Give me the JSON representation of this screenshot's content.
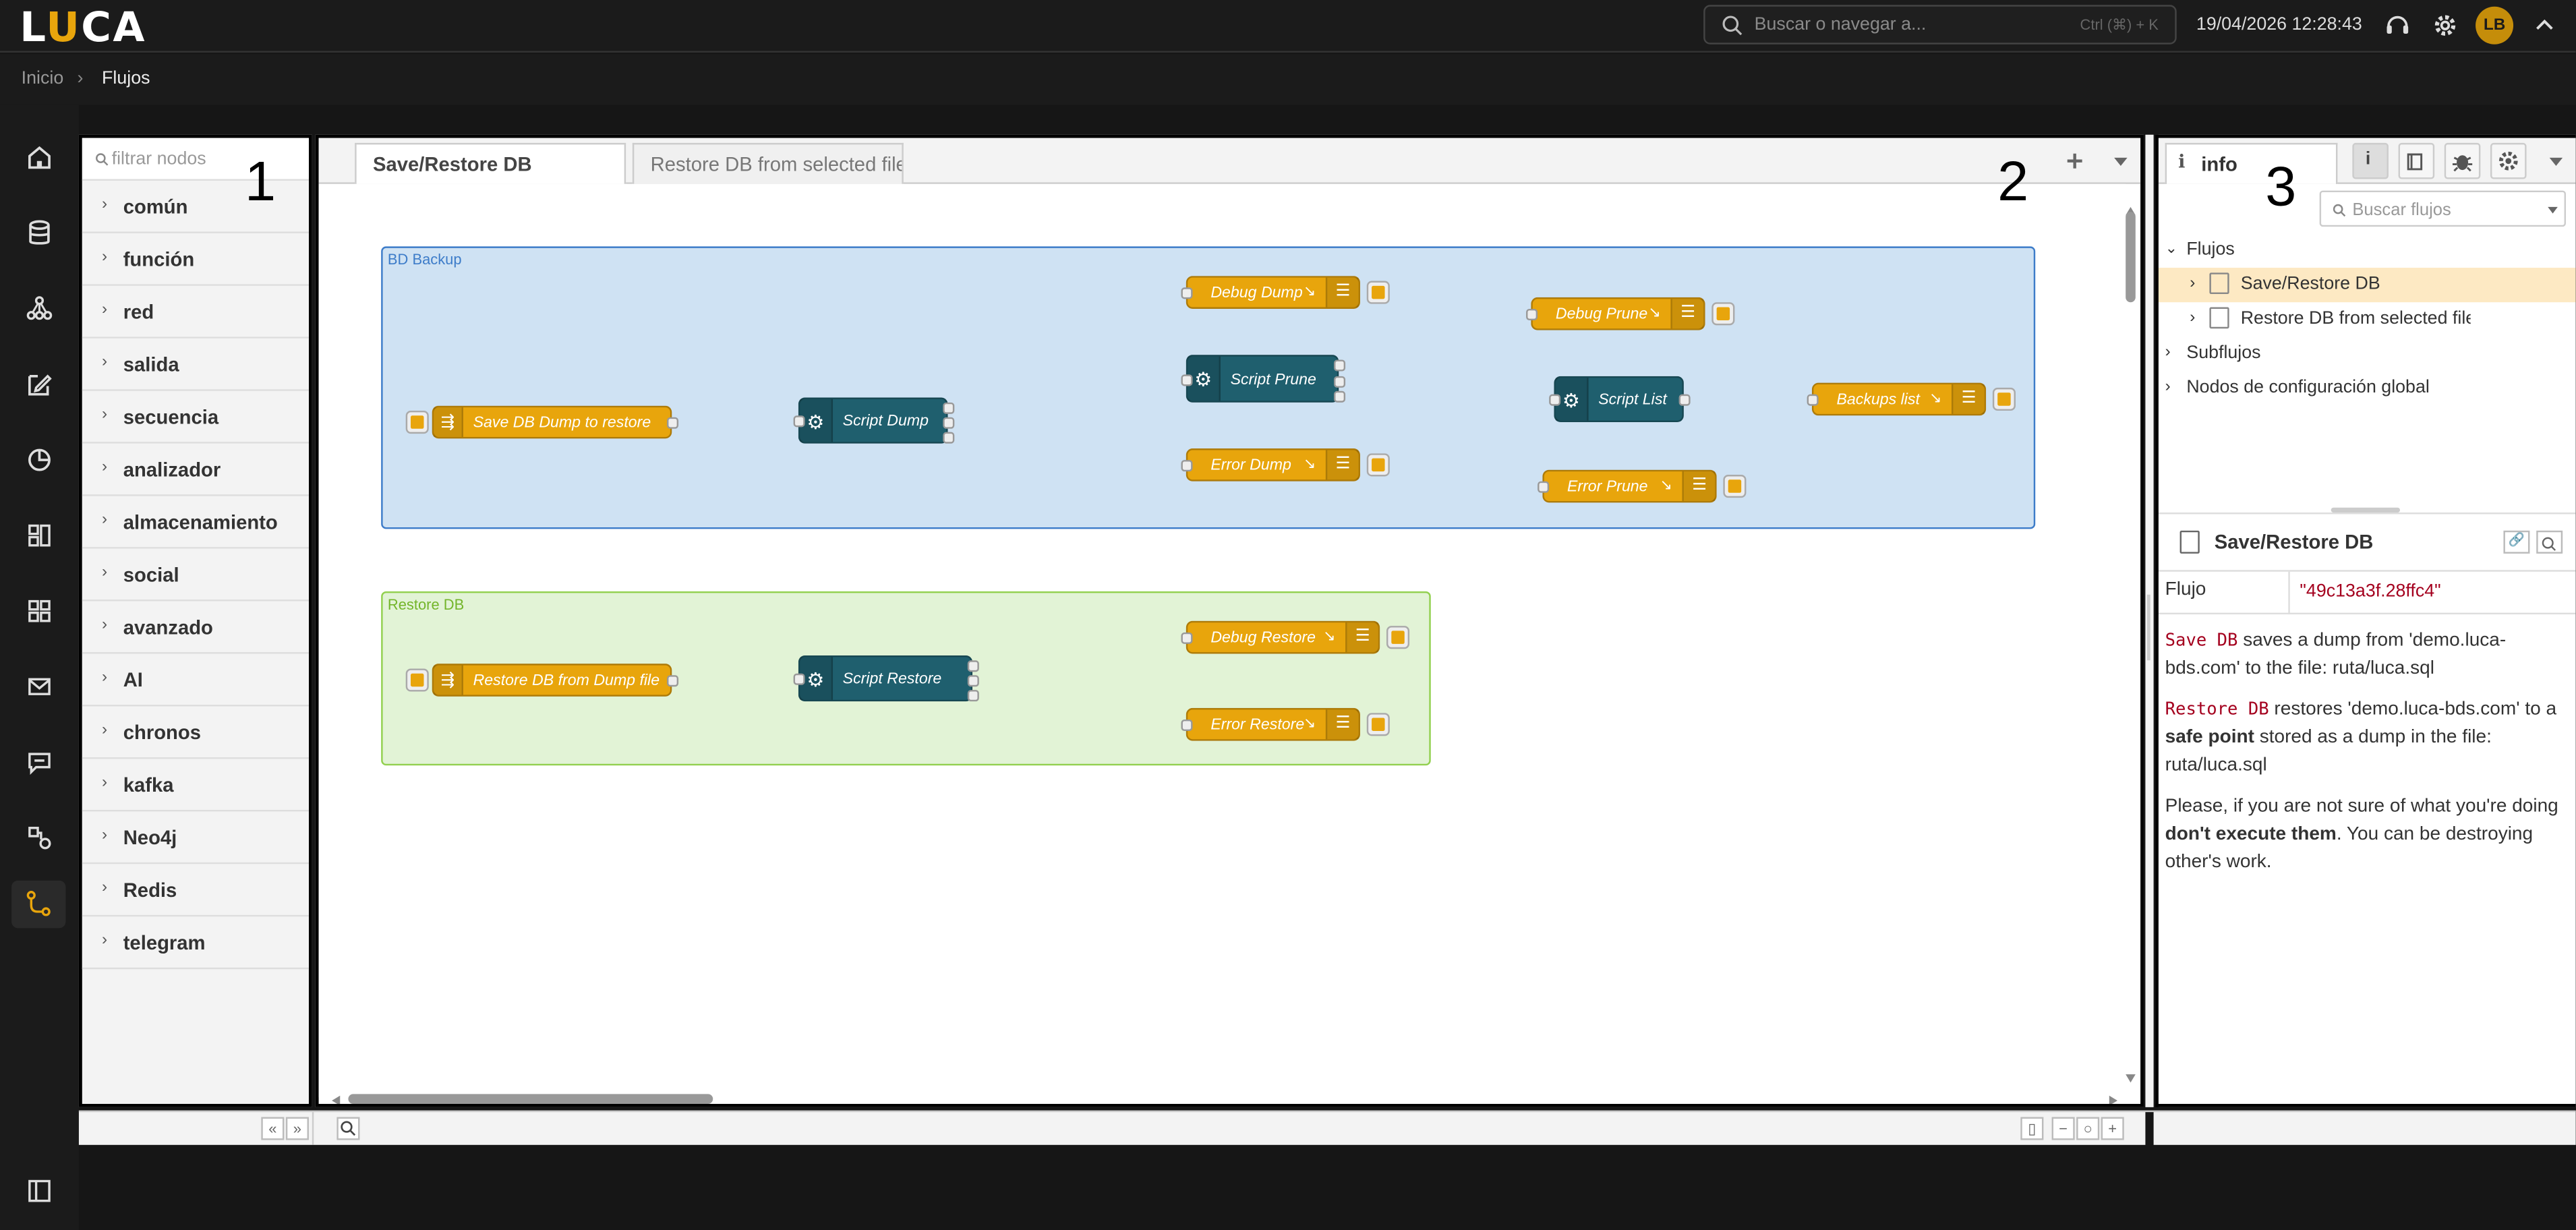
{
  "topbar": {
    "logo_l": "L",
    "logo_u": "U",
    "logo_ca": "CA",
    "search_placeholder": "Buscar o navegar a...",
    "search_shortcut": "Ctrl (⌘) + K",
    "datetime": "19/04/2026 12:28:43",
    "avatar_initials": "LB"
  },
  "breadcrumb": {
    "home": "Inicio",
    "separator": "›",
    "current": "Flujos"
  },
  "palette": {
    "filter_placeholder": "filtrar nodos",
    "categories": [
      "común",
      "función",
      "red",
      "salida",
      "secuencia",
      "analizador",
      "almacenamiento",
      "social",
      "avanzado",
      "AI",
      "chronos",
      "kafka",
      "Neo4j",
      "Redis",
      "telegram"
    ]
  },
  "workspace": {
    "tabs": [
      "Save/Restore DB",
      "Restore DB from selected file"
    ],
    "groups": [
      {
        "label": "BD Backup",
        "color": "#cfe2f3",
        "border": "#3d7cc9",
        "text": "#3d7cc9"
      },
      {
        "label": "Restore DB",
        "color": "#e2f3d6",
        "border": "#92d04f",
        "text": "#73b52a"
      }
    ],
    "nodes": {
      "save_dump": "Save DB Dump to restore",
      "script_dump": "Script Dump",
      "debug_dump": "Debug Dump",
      "error_dump": "Error Dump",
      "script_prune": "Script Prune",
      "debug_prune": "Debug Prune",
      "error_prune": "Error Prune",
      "script_list": "Script List",
      "backups_list": "Backups list",
      "restore_from": "Restore DB from Dump file",
      "script_restore": "Script Restore",
      "debug_restore": "Debug Restore",
      "error_restore": "Error Restore"
    }
  },
  "sidebar": {
    "tab_label": "info",
    "search_placeholder": "Buscar flujos",
    "tree": {
      "flows": "Flujos",
      "flow_items": [
        "Save/Restore DB",
        "Restore DB from selected file"
      ],
      "subflows": "Subflujos",
      "config": "Nodos de configuración global"
    },
    "selected_title": "Save/Restore DB",
    "prop_label": "Flujo",
    "prop_value": "\"49c13a3f.28ffc4\"",
    "desc": {
      "p1_code": "Save DB",
      "p1_text": " saves a dump from 'demo.luca-bds.com' to the file: ruta/luca.sql",
      "p2_code": "Restore DB",
      "p2_text1": " restores 'demo.luca-bds.com' to a ",
      "p2_bold": "safe point",
      "p2_text2": " stored as a dump in the file: ruta/luca.sql",
      "p3_text1": "Please, if you are not sure of what you're doing ",
      "p3_bold": "don't execute them",
      "p3_text2": ". You can be destroying other's work."
    }
  },
  "annotations": {
    "n1": "1",
    "n2": "2",
    "n3": "3"
  },
  "colors": {
    "accent": "#e8a50c",
    "function_node": "#1f5f6e",
    "output_node": "#e8a50c"
  }
}
